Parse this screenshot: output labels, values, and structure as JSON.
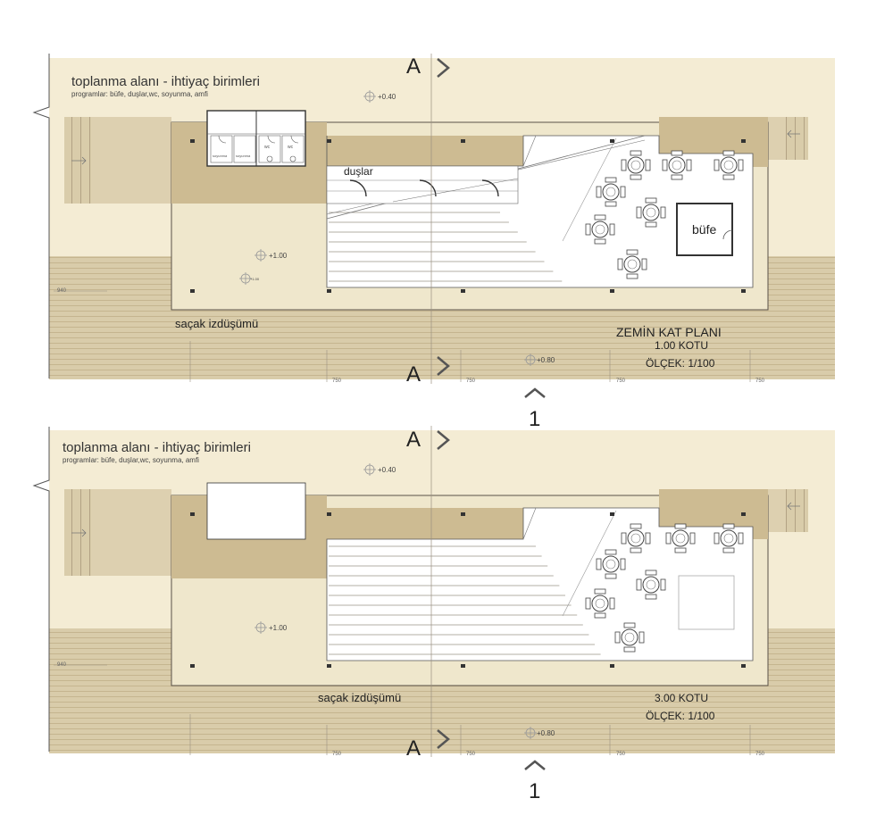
{
  "colors": {
    "background": "#f6f0dc",
    "site": "#ece4c8",
    "wood": "#d9ccaa",
    "wood_line": "#bfae86",
    "tan": "#cdbb92",
    "white": "#ffffff",
    "line": "#8a8070",
    "dark": "#333333"
  },
  "plans": [
    {
      "title": "toplanma alanı - ihtiyaç birimleri",
      "subtitle": "programlar: büfe, duşlar,wc, soyunma, amfi",
      "section_mark": "A",
      "elev_top": "+0.40",
      "elev_mid": "+1.00",
      "elev_small": "+1.00",
      "elev_bottom": "+0.80",
      "dim_left": "940",
      "dims": [
        "750",
        "750",
        "750",
        "750"
      ],
      "eave_label": "saçak izdüşümü",
      "plan_title": "ZEMİN KAT PLANI",
      "level": "1.00 KOTU",
      "scale": "ÖLÇEK: 1/100",
      "view_number": "1",
      "showers_label": "duşlar",
      "kiosk_label": "büfe",
      "wc_labels": [
        "soyunma",
        "soyunma",
        "wc",
        "wc"
      ]
    },
    {
      "title": "toplanma alanı - ihtiyaç birimleri",
      "subtitle": "programlar: büfe, duşlar,wc, soyunma, amfi",
      "section_mark": "A",
      "elev_top": "+0.40",
      "elev_mid": "+1.00",
      "elev_bottom": "+0.80",
      "dim_left": "940",
      "dims": [
        "750",
        "750",
        "750",
        "750"
      ],
      "eave_label": "saçak izdüşümü",
      "level": "3.00 KOTU",
      "scale": "ÖLÇEK: 1/100",
      "view_number": "1"
    }
  ],
  "icons": [
    "section-arrow-icon",
    "view-caret-icon",
    "level-marker-icon",
    "break-line-icon",
    "table-chairs-icon",
    "shower-arc-icon",
    "door-arc-icon"
  ]
}
